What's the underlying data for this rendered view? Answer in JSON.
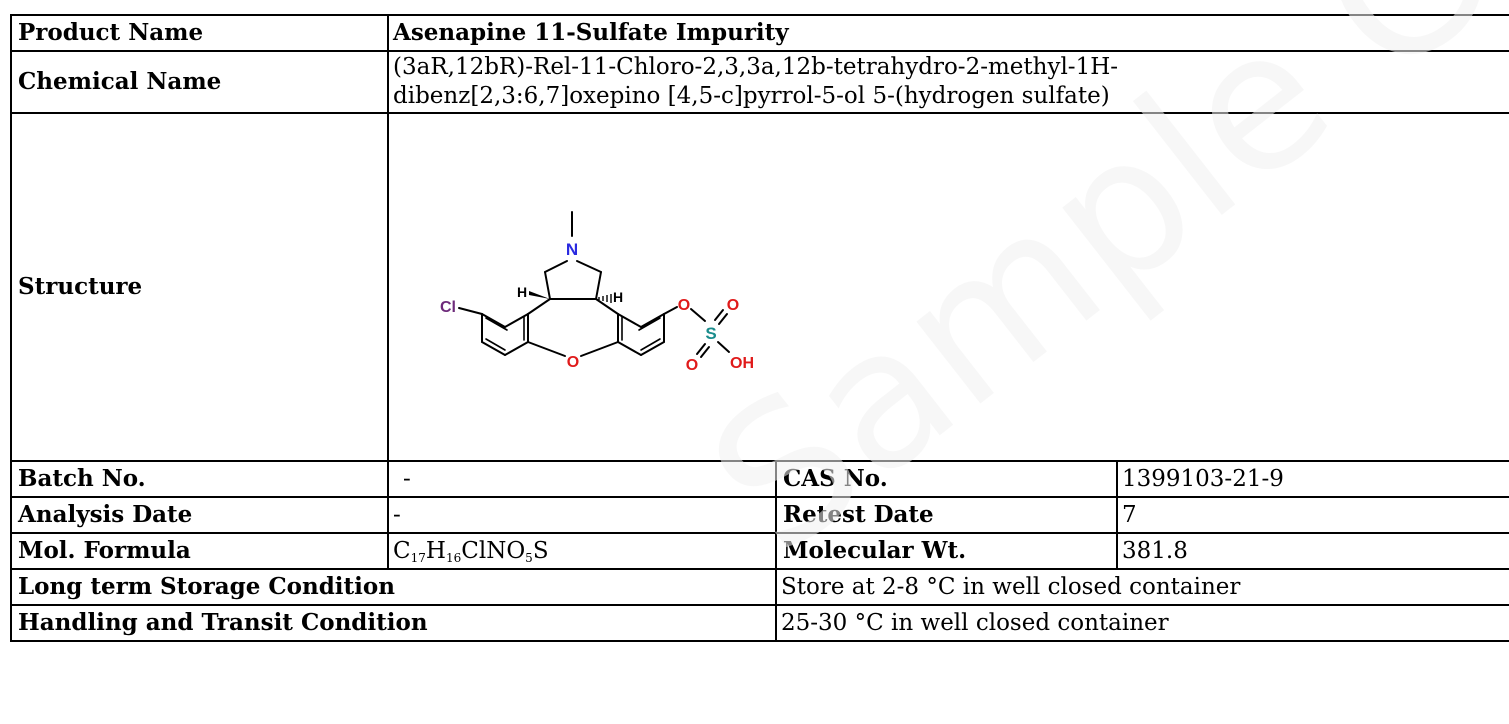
{
  "labels": {
    "product_name": "Product Name",
    "chemical_name": "Chemical Name",
    "structure": "Structure",
    "batch_no": "Batch No.",
    "cas_no": "CAS No.",
    "analysis_date": "Analysis Date",
    "retest_date": "Retest Date",
    "mol_formula": "Mol. Formula",
    "molecular_wt": "Molecular Wt.",
    "long_term_storage": "Long term Storage Condition",
    "handling_transit": "Handling and Transit Condition"
  },
  "values": {
    "product_name": "Asenapine 11-Sulfate Impurity",
    "chemical_name_line1": "(3aR,12bR)-Rel-11-Chloro-2,3,3a,12b-tetrahydro-2-methyl-1H-",
    "chemical_name_line2": "dibenz[2,3:6,7]oxepino [4,5-c]pyrrol-5-ol 5-(hydrogen sulfate)",
    "batch_no": "-",
    "cas_no": "1399103-21-9",
    "analysis_date": "-",
    "retest_date": "7",
    "mol_formula": {
      "c": "C",
      "c_count": "17",
      "h": "H",
      "h_count": "16",
      "mid": "ClNO",
      "o_count": "5",
      "s": "S"
    },
    "molecular_wt": "381.8",
    "long_term_storage": "Store at 2-8 °C in well closed container",
    "handling_transit": "25-30 °C in well closed container"
  },
  "structure_atoms": {
    "n": "N",
    "cl": "Cl",
    "o_ring": "O",
    "o_link": "O",
    "s": "S",
    "o_top": "O",
    "o_bottom": "O",
    "oh": "OH",
    "h_left": "H",
    "h_right": "H"
  },
  "watermark": {
    "text": "Sample COA"
  },
  "colors": {
    "nitrogen": "#2a2ae0",
    "chlorine": "#6d2a7a",
    "oxygen": "#e01a1a",
    "sulfur": "#1a8c8c",
    "watermark": "#f1f1f1"
  }
}
